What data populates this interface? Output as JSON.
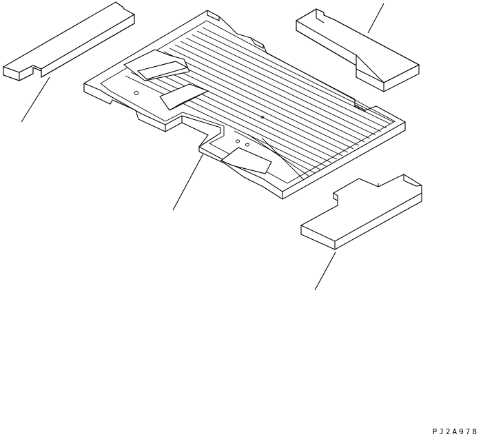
{
  "drawing": {
    "reference_code": "PJ2A978",
    "parts": [
      {
        "name": "left-side-pad"
      },
      {
        "name": "right-upper-pad"
      },
      {
        "name": "floor-mat"
      },
      {
        "name": "right-lower-pad"
      }
    ]
  }
}
